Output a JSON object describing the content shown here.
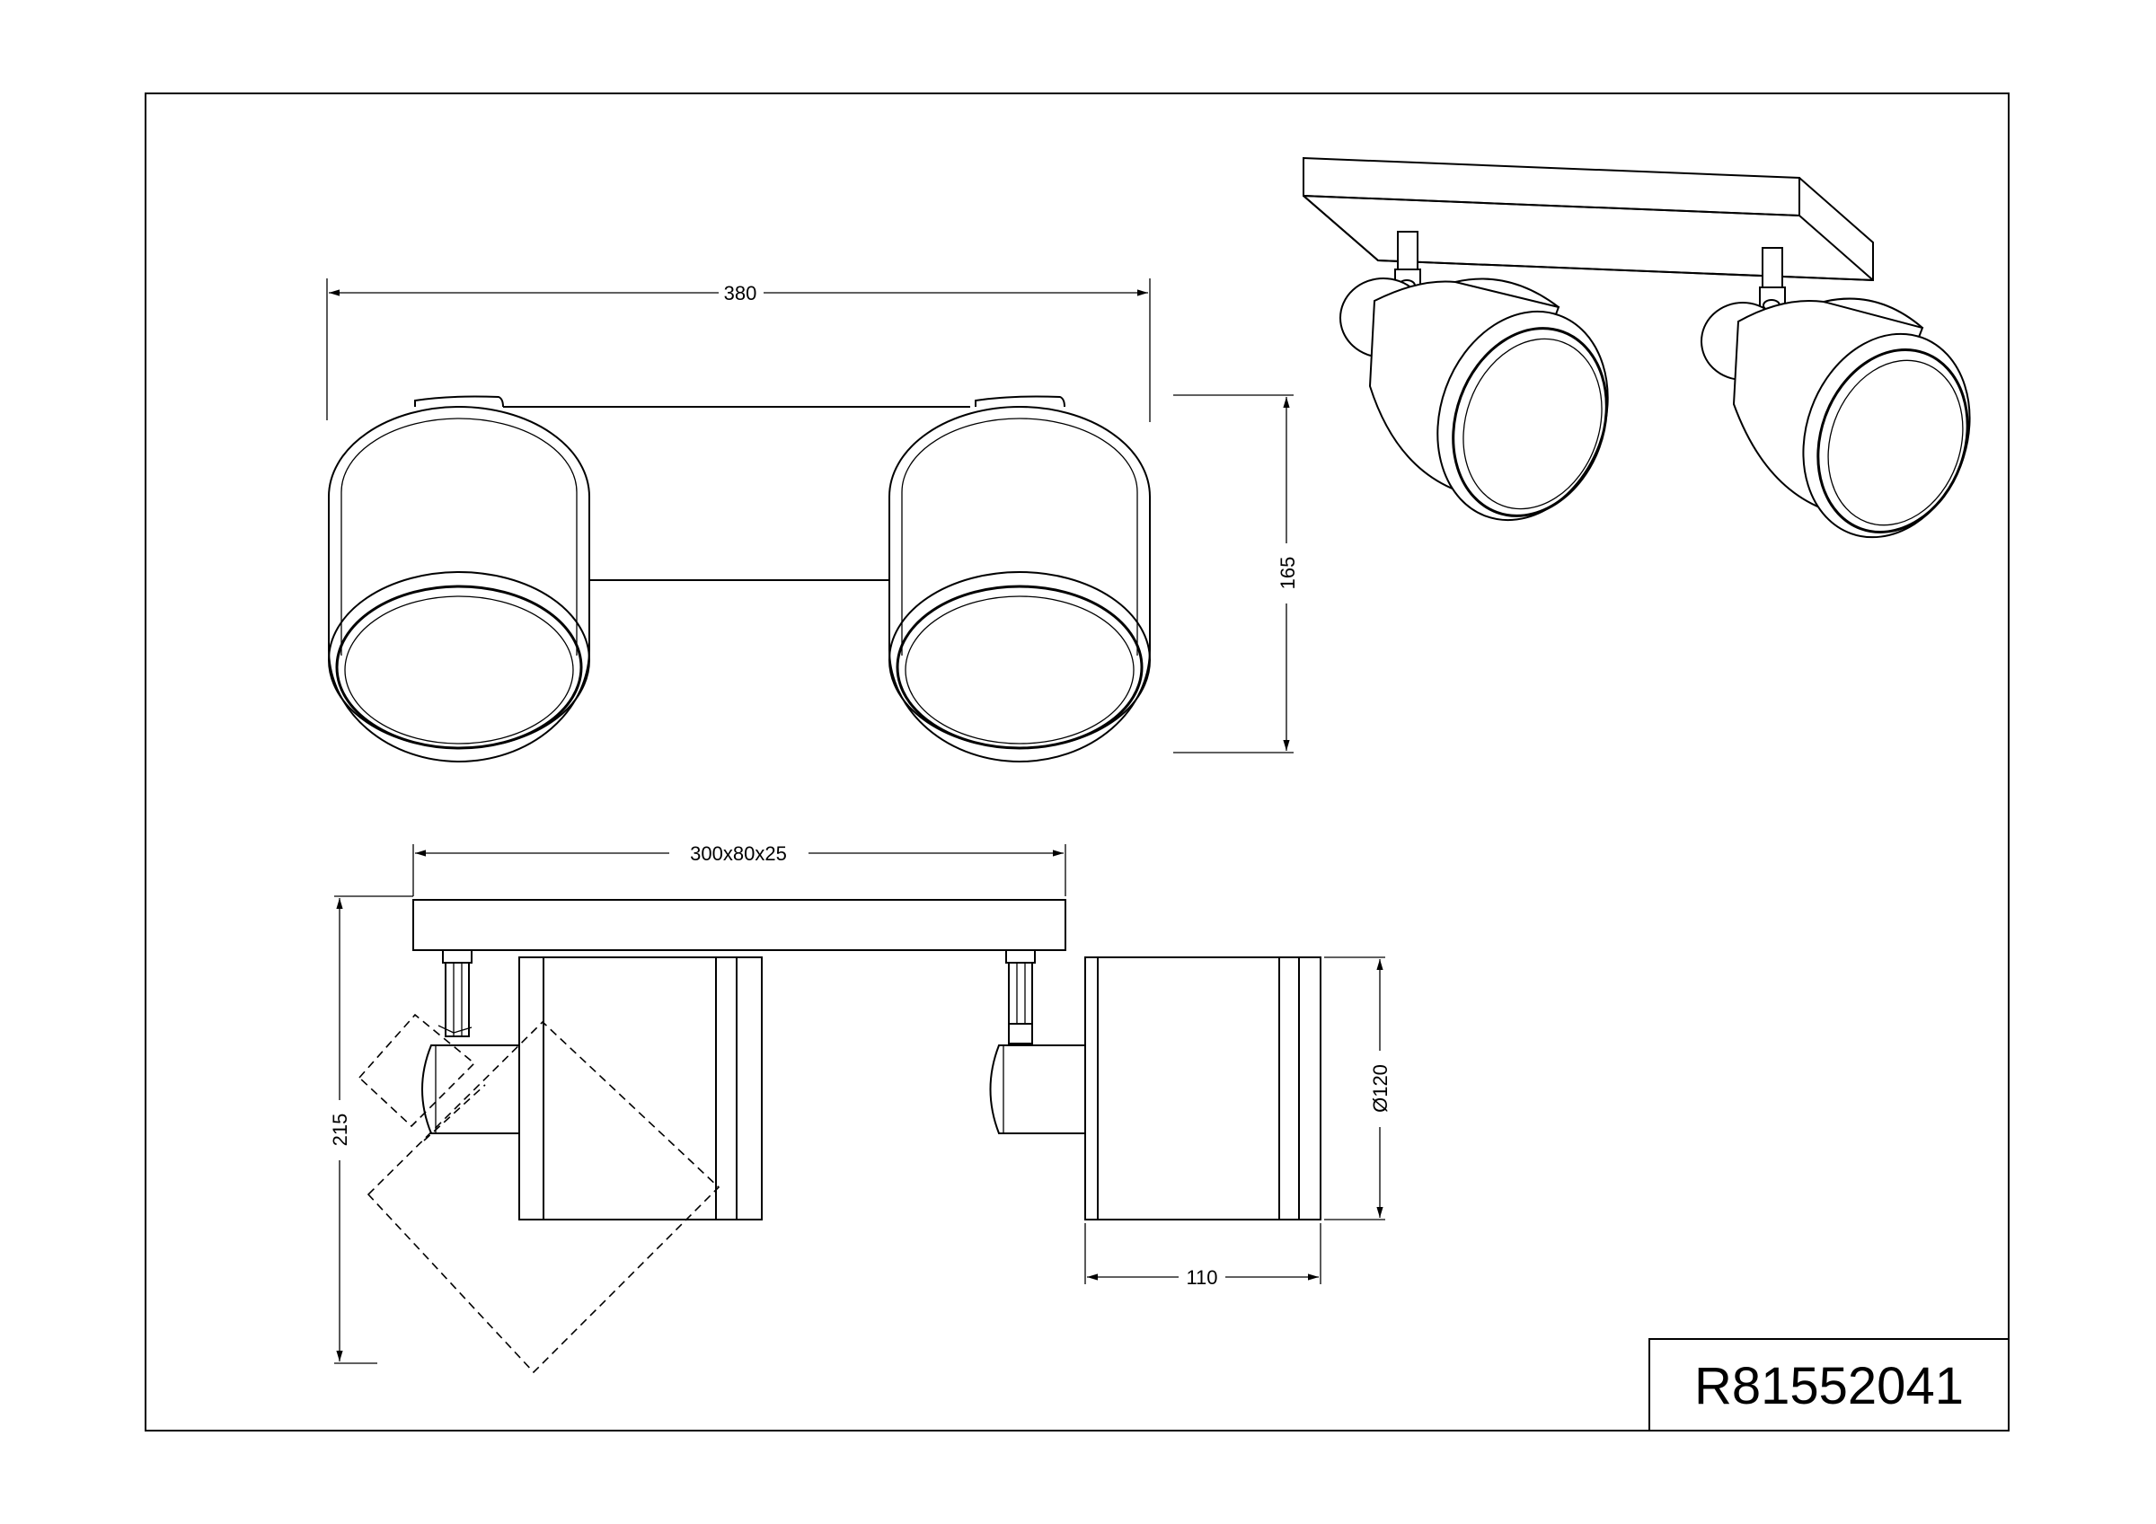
{
  "drawing": {
    "product_code": "R81552041",
    "dimensions": {
      "front_width": "380",
      "front_height": "165",
      "base_plate": "300x80x25",
      "side_height": "215",
      "shade_diameter": "Ø120",
      "shade_depth": "110"
    }
  }
}
